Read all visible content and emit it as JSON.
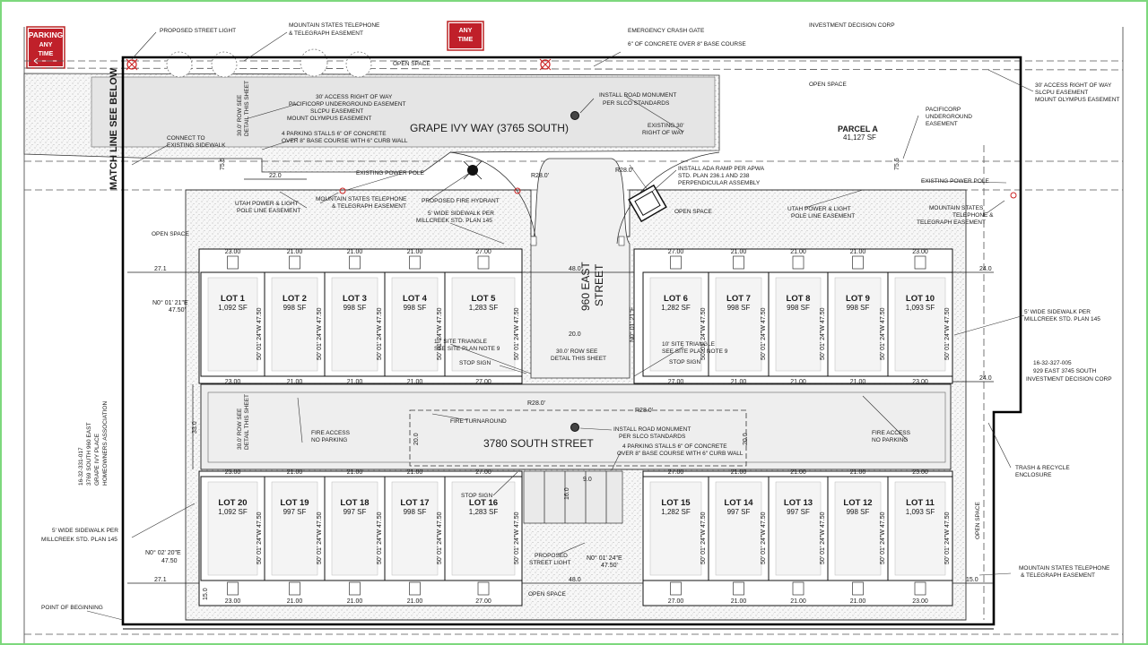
{
  "signs": {
    "parking_1": "PARKING",
    "parking_2": "ANY",
    "parking_3": "TIME",
    "anytime_1": "ANY",
    "anytime_2": "TIME"
  },
  "streets": {
    "match_line": "MATCH LINE SEE BELOW",
    "grape_ivy": "GRAPE IVY WAY (3765 SOUTH)",
    "east_960_a": "960 EAST",
    "east_960_b": "STREET",
    "south_3780": "3780 SOUTH STREET"
  },
  "parcel": {
    "name": "PARCEL A",
    "area": "41,127 SF"
  },
  "lots": [
    {
      "label": "LOT 1",
      "area": "1,092 SF"
    },
    {
      "label": "LOT 2",
      "area": "998 SF"
    },
    {
      "label": "LOT 3",
      "area": "998 SF"
    },
    {
      "label": "LOT 4",
      "area": "998 SF"
    },
    {
      "label": "LOT 5",
      "area": "1,283 SF"
    },
    {
      "label": "LOT 6",
      "area": "1,282 SF"
    },
    {
      "label": "LOT 7",
      "area": "998 SF"
    },
    {
      "label": "LOT 8",
      "area": "998 SF"
    },
    {
      "label": "LOT 9",
      "area": "998 SF"
    },
    {
      "label": "LOT 10",
      "area": "1,093 SF"
    },
    {
      "label": "LOT 20",
      "area": "1,092 SF"
    },
    {
      "label": "LOT 19",
      "area": "997 SF"
    },
    {
      "label": "LOT 18",
      "area": "997 SF"
    },
    {
      "label": "LOT 17",
      "area": "998 SF"
    },
    {
      "label": "LOT 16",
      "area": "1,283 SF"
    },
    {
      "label": "LOT 15",
      "area": "1,282 SF"
    },
    {
      "label": "LOT 14",
      "area": "997 SF"
    },
    {
      "label": "LOT 13",
      "area": "997 SF"
    },
    {
      "label": "LOT 12",
      "area": "998 SF"
    },
    {
      "label": "LOT 11",
      "area": "1,093 SF"
    }
  ],
  "notes": {
    "street_light": "PROPOSED STREET LIGHT",
    "mst_top_1": "MOUNTAIN STATES TELEPHONE",
    "mst_top_2": "& TELEGRAPH EASEMENT",
    "crash_gate": "EMERGENCY CRASH GATE",
    "concrete_base": "6\" OF CONCRETE OVER 8\" BASE COURSE",
    "investment_top": "INVESTMENT DECISION CORP",
    "open_space": "OPEN SPACE",
    "access_row_r_1": "30' ACCESS RIGHT OF WAY",
    "access_row_r_2": "SLCPU EASEMENT",
    "access_row_r_3": "MOUNT OLYMPUS EASEMENT",
    "access_row_l_1": "30' ACCESS RIGHT OF WAY",
    "access_row_l_2": "PACIFICORP UNDERGROUND EASEMENT",
    "access_row_l_3": "SLCPU EASEMENT",
    "access_row_l_4": "MOUNT OLYMPUS EASEMENT",
    "monument_1": "INSTALL ROAD MONUMENT",
    "monument_2": "PER SLCO STANDARDS",
    "existing_row_1": "EXISTING 30'",
    "existing_row_2": "RIGHT OF WAY",
    "pacificorp_1": "PACIFICORP",
    "pacificorp_2": "UNDERGROUND",
    "pacificorp_3": "EASEMENT",
    "connect_1": "CONNECT TO",
    "connect_2": "EXISTING SIDEWALK",
    "parking_stalls_1": "4 PARKING STALLS 6\" OF CONCRETE",
    "parking_stalls_2": "OVER 8\" BASE COURSE WITH 6\" CURB WALL",
    "row_see_1": "30.0' ROW SEE",
    "row_see_2": "DETAIL THIS SHEET",
    "existing_pole": "EXISTING POWER POLE",
    "ada_1": "INSTALL ADA RAMP PER APWA",
    "ada_2": "STD. PLAN 236.1 AND 238",
    "ada_3": "PERPENDICULAR ASSEMBLY",
    "utah_power_1": "UTAH POWER & LIGHT",
    "utah_power_2": "POLE LINE EASEMENT",
    "fire_hydrant": "PROPOSED FIRE HYDRANT",
    "sidewalk_1": "5' WIDE SIDEWALK PER",
    "sidewalk_2": "MILLCREEK STD. PLAN 145",
    "mst_r_1": "MOUNTAIN STATES",
    "mst_r_2": "TELEPHONE &",
    "mst_r_3": "TELEGRAPH EASEMENT",
    "site_triangle_1": "10' SITE TRIANGLE",
    "site_triangle_2": "SEE SITE PLAN NOTE 9",
    "stop_sign": "STOP SIGN",
    "row_detail_1": "30.0' ROW SEE",
    "row_detail_2": "DETAIL THIS SHEET",
    "fire_turnaround": "FIRE TURNAROUND",
    "fire_access_1": "FIRE ACCESS",
    "fire_access_2": "NO PARKING",
    "trash_1": "TRASH & RECYCLE",
    "trash_2": "ENCLOSURE",
    "parcel_right_1": "16-32-327-005",
    "parcel_right_2": "929 EAST 3745 SOUTH",
    "parcel_right_3": "INVESTMENT DECISION CORP",
    "parcel_left_1": "16-32-331-017",
    "parcel_left_2": "3769 SOUTH 960 EAST",
    "parcel_left_3": "GRAPE IVY PLACE",
    "parcel_left_4": "HOMEOWNERS ASSOCIATION",
    "point_beginning": "POINT OF BEGINNING",
    "mst_br_1": "MOUNTAIN STATES TELEPHONE",
    "mst_br_2": "& TELEGRAPH EASEMENT",
    "proposed_light_1": "PROPOSED",
    "proposed_light_2": "STREET LIGHT"
  },
  "dims": {
    "d27_1": "27.1",
    "d48": "48.0",
    "d24": "24.0",
    "d23": "23.00",
    "d21": "21.00",
    "d27": "27.00",
    "d22": "22.0",
    "d75": "75.5",
    "d33": "33.0",
    "d20": "20.0",
    "d15": "15.0",
    "d9": "9.0",
    "d16": "16.0",
    "r28": "R28.0'",
    "brg_l1": "N0° 01' 21\"E",
    "brg_l1d": "47.50'",
    "brg_l2": "N0° 02' 20\"E",
    "brg_l2d": "47.50",
    "brg_c": "N0° 01' 24\"E",
    "brg_cd": "47.50'",
    "lot_side": "50' 01' 24\"W 47.50"
  }
}
